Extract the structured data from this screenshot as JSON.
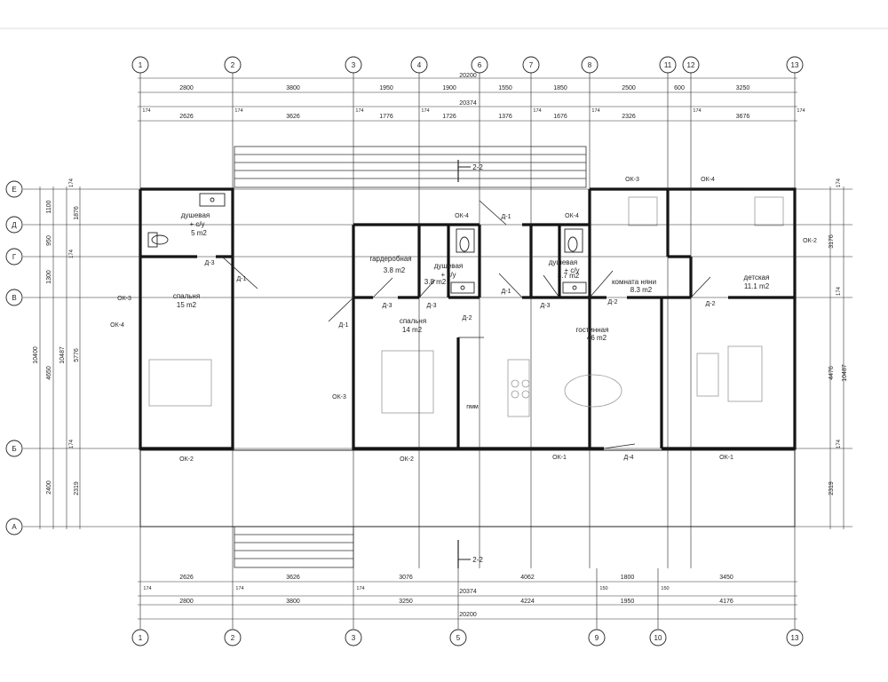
{
  "axes_top": [
    {
      "label": "1"
    },
    {
      "label": "2"
    },
    {
      "label": "3"
    },
    {
      "label": "4"
    },
    {
      "label": "6"
    },
    {
      "label": "7"
    },
    {
      "label": "8"
    },
    {
      "label": "11"
    },
    {
      "label": "12"
    },
    {
      "label": "13"
    }
  ],
  "axes_bottom": [
    {
      "label": "1"
    },
    {
      "label": "2"
    },
    {
      "label": "3"
    },
    {
      "label": "5"
    },
    {
      "label": "9"
    },
    {
      "label": "10"
    },
    {
      "label": "13"
    }
  ],
  "axes_left": [
    {
      "label": "Е"
    },
    {
      "label": "Д"
    },
    {
      "label": "Г"
    },
    {
      "label": "В"
    },
    {
      "label": "Б"
    },
    {
      "label": "А"
    }
  ],
  "dims_top": {
    "overall_outer": "20200",
    "outer": [
      "2800",
      "3800",
      "1950",
      "1900",
      "1550",
      "1850",
      "2500",
      "600",
      "3250"
    ],
    "overall_inner": "20374",
    "inner_174": "174",
    "inner": [
      "2626",
      "3626",
      "1776",
      "1726",
      "1376",
      "1676",
      "2326",
      "3676"
    ]
  },
  "dims_bottom": {
    "inner_174": "174",
    "inner_150": "150",
    "inner": [
      "2626",
      "3626",
      "3076",
      "4062",
      "1800",
      "3450"
    ],
    "overall_inner": "20374",
    "outer": [
      "2800",
      "3800",
      "3250",
      "4224",
      "1950",
      "4176"
    ],
    "overall_outer": "20200"
  },
  "dims_left": {
    "segments": [
      "1100",
      "950",
      "1300",
      "4650",
      "2400"
    ],
    "overall": "10400",
    "secondary": [
      "1876",
      "5776",
      "2319"
    ],
    "overall_secondary": "10487",
    "mark_174": "174"
  },
  "dims_right": {
    "segments": [
      "3176",
      "4476",
      "2319"
    ],
    "overall": "10487",
    "mark_174": "174"
  },
  "rooms": [
    {
      "name": "душевая",
      "name2": "+ с/у",
      "area": "5 m2"
    },
    {
      "name": "спальня",
      "area": "15 m2"
    },
    {
      "name": "гардеробная",
      "area": "3.8 m2"
    },
    {
      "name": "душевая",
      "name2": "+ с/у",
      "area": "3.8 m2"
    },
    {
      "name": "спальня",
      "area": "14 m2"
    },
    {
      "name": "душевая",
      "name2": "+ с/у",
      "area": "3.7 m2"
    },
    {
      "name": "комната няни",
      "area": "8.3 m2"
    },
    {
      "name": "детская",
      "area": "11.1 m2"
    },
    {
      "name": "гостинная",
      "area": "46 m2"
    }
  ],
  "tags": {
    "ok1": "ОК-1",
    "ok2": "ОК-2",
    "ok3": "ОК-3",
    "ok4": "ОК-4",
    "d1": "Д-1",
    "d2": "Д-2",
    "d3": "Д-3",
    "d4": "Д-4",
    "pmm": "пмм",
    "section": "2-2"
  }
}
